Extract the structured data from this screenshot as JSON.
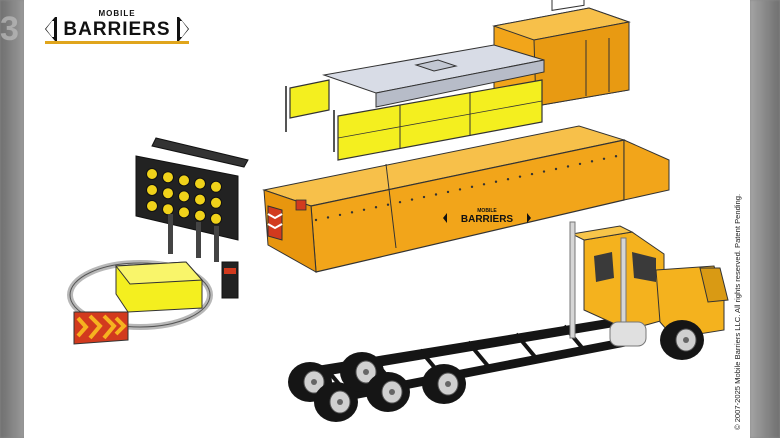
{
  "logo": {
    "top_text": "MOBILE",
    "main_text": "BARRIERS"
  },
  "trailer_logo": {
    "top_text": "MOBILE",
    "main_text": "BARRIERS"
  },
  "footer": {
    "copyright": "© 2007-2025 Mobile Barriers LLC. All rights reserved. Patent Pending."
  },
  "background": {
    "left_partial_text": "3"
  },
  "colors": {
    "barrier_orange": "#f2a51a",
    "barrier_yellow": "#f4ef1f",
    "truck_cab": "#f4b21e",
    "chassis_black": "#151515",
    "logo_accent": "#e0a51c"
  }
}
